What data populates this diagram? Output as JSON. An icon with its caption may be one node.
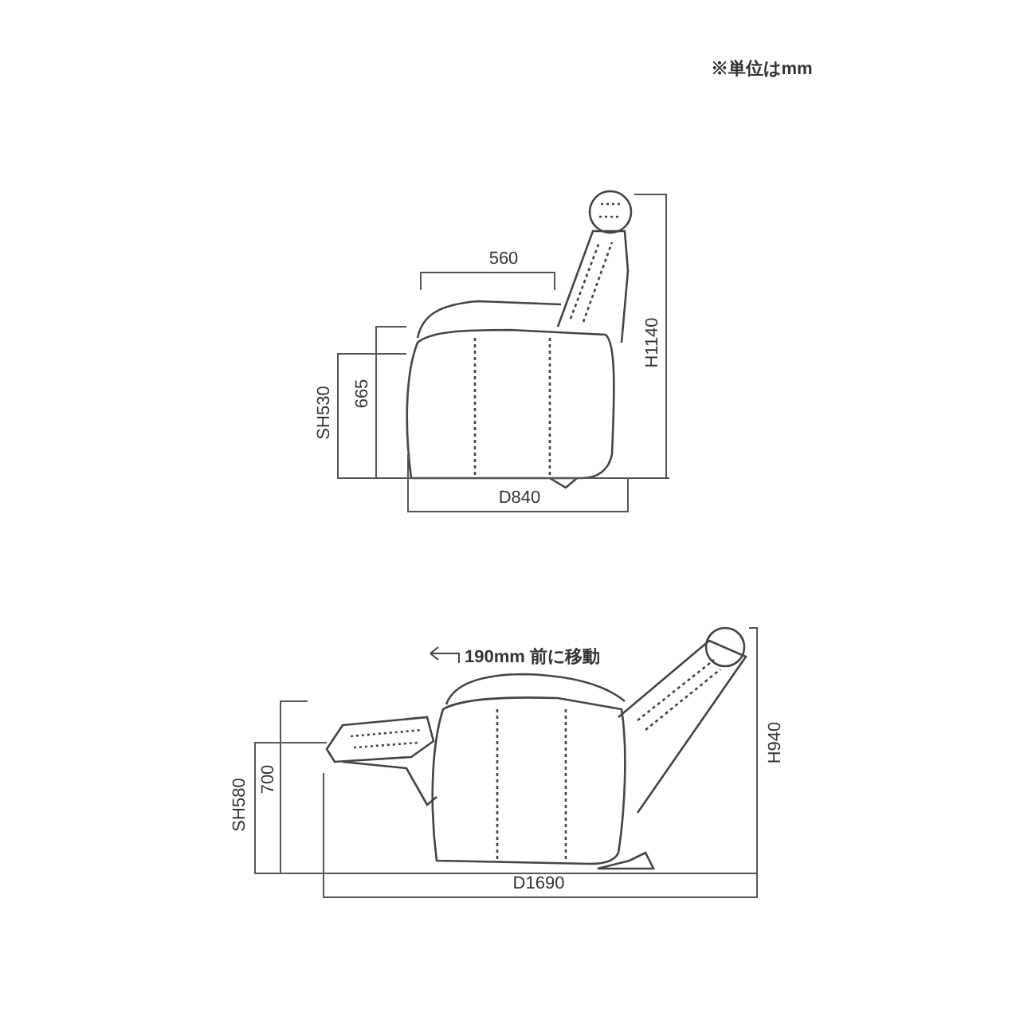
{
  "diagram": {
    "labels": [
      "※単位はmm",
      "560",
      "665",
      "SH530",
      "H1140",
      "D840",
      "190mm 前に移動",
      "700",
      "SH580",
      "H940",
      "D1690"
    ]
  }
}
